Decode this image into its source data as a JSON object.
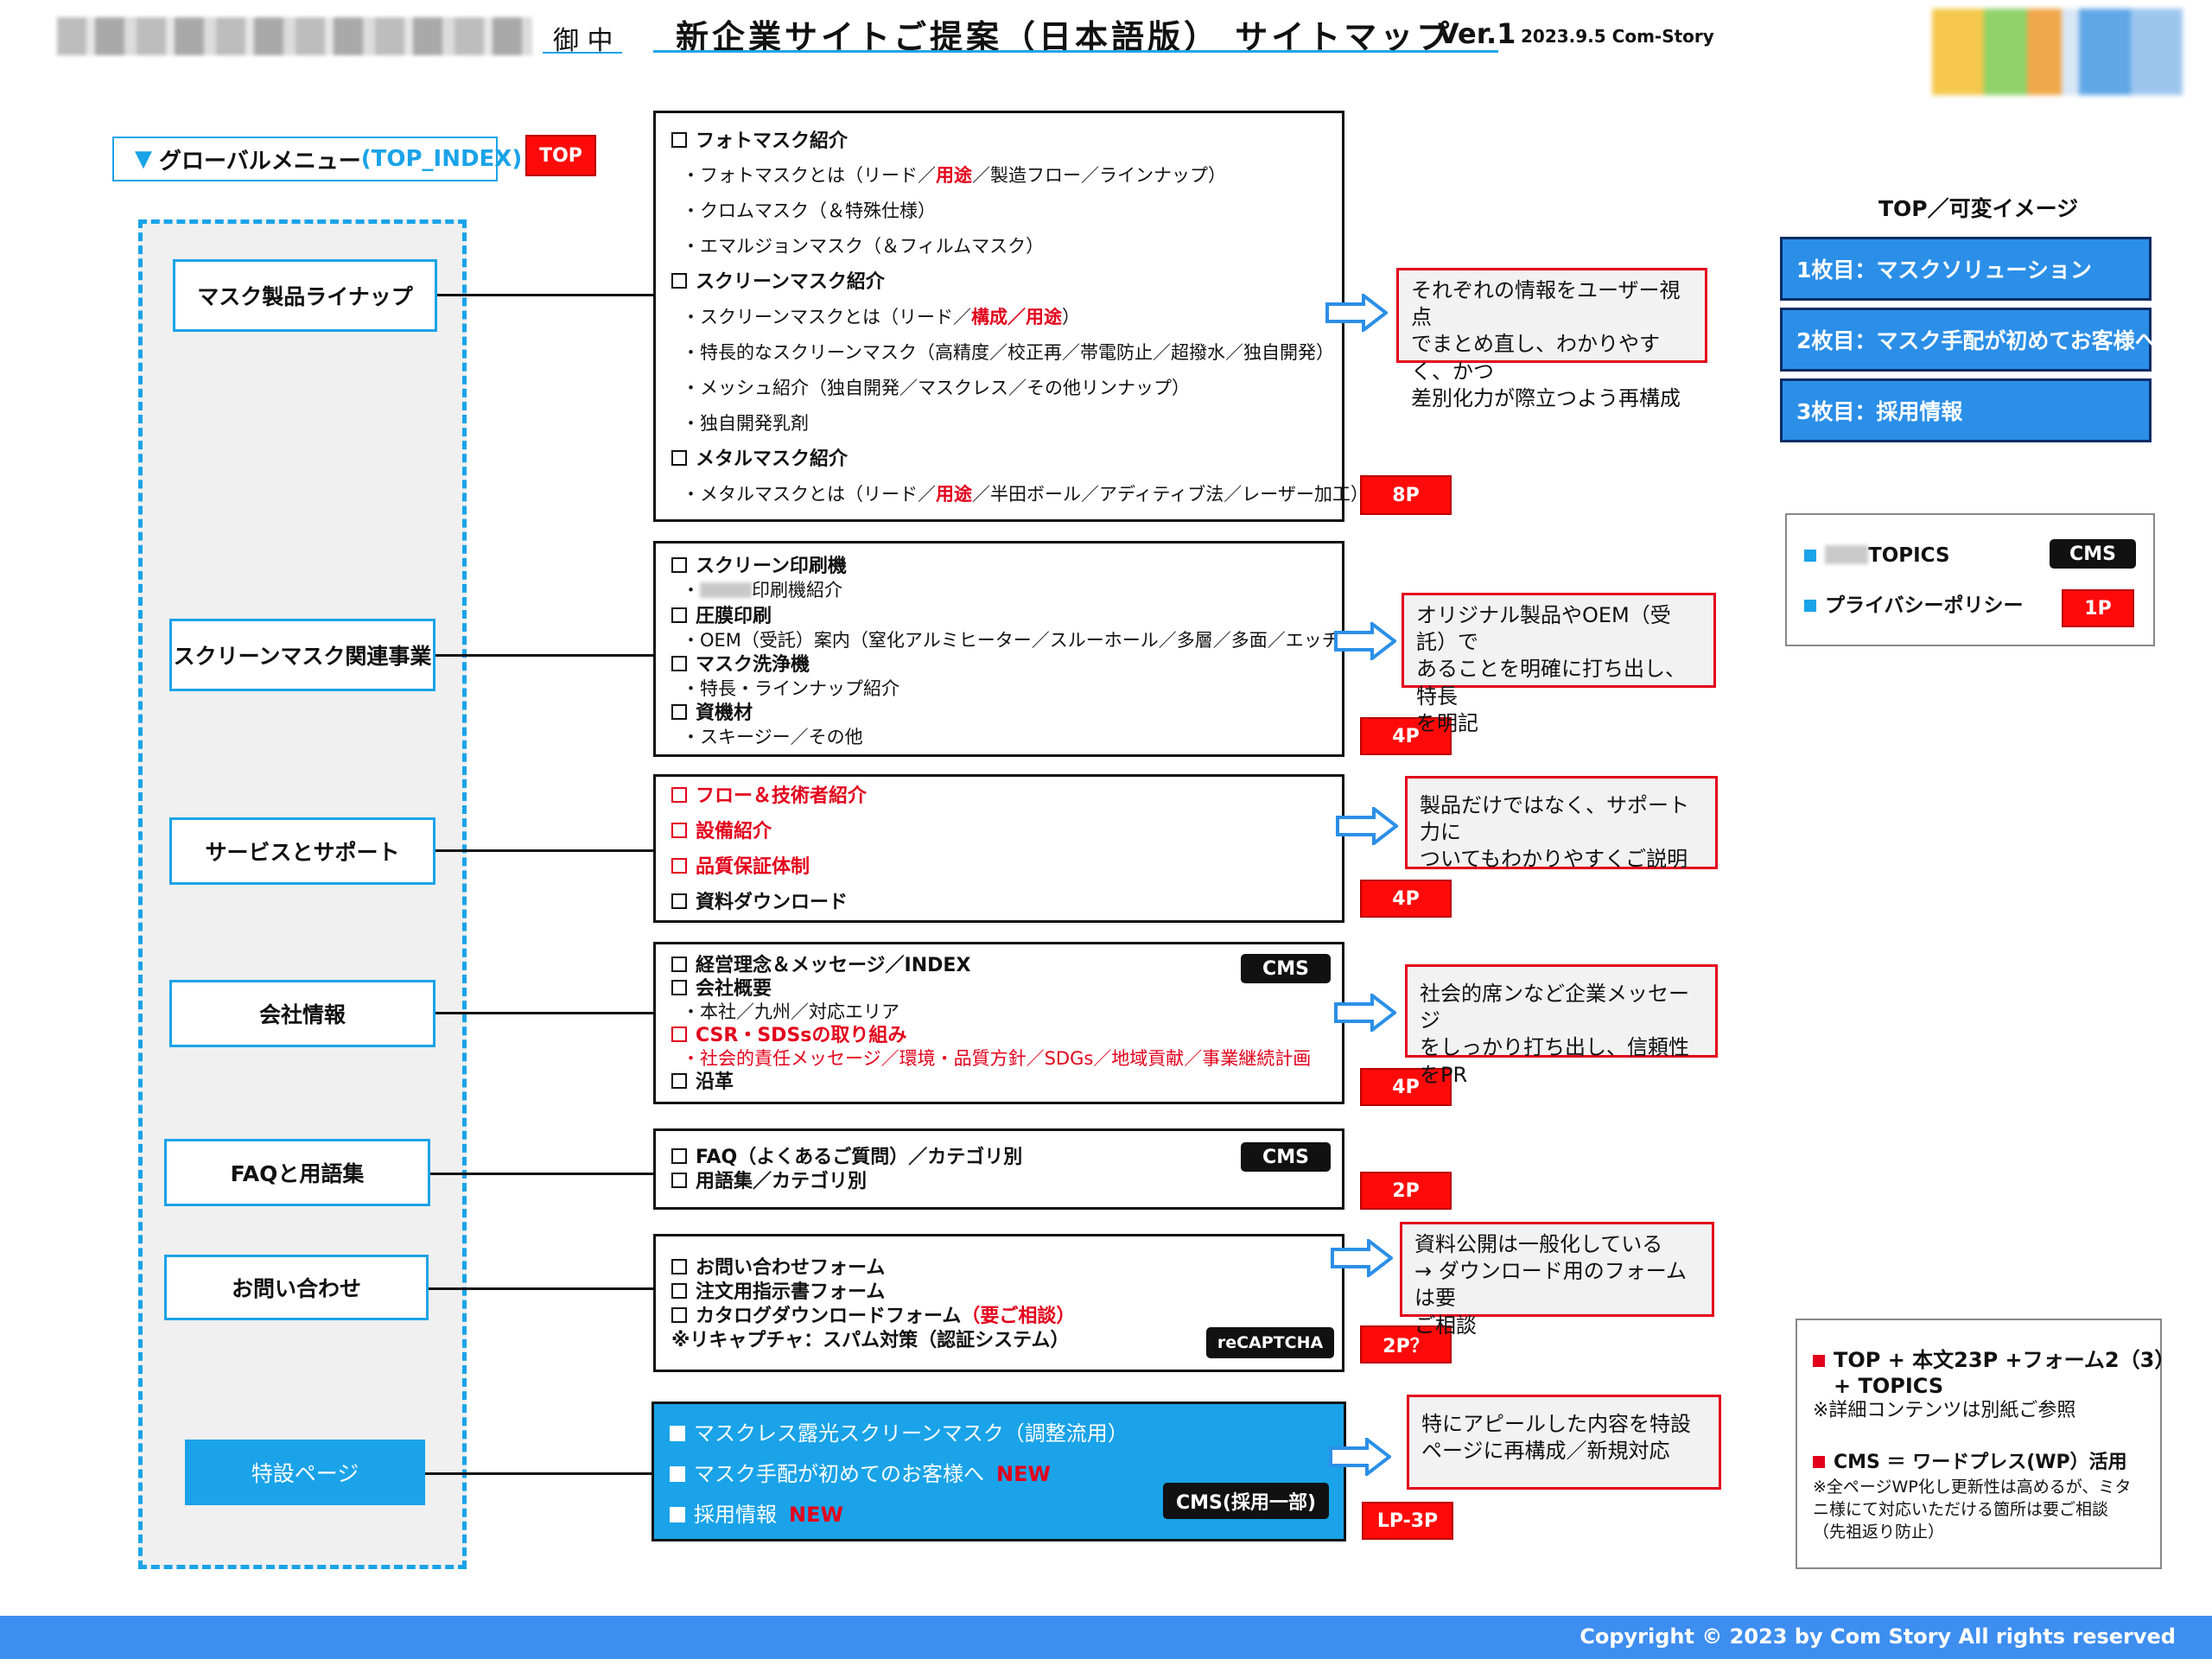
{
  "header": {
    "recipient_suffix": "御 中",
    "title": "新企業サイトご提案（日本語版） サイトマップ",
    "version": "Ver.1",
    "date_author": "2023.9.5 Com-Story"
  },
  "global_menu": {
    "label": "グローバルメニュー",
    "index": "(TOP_INDEX)",
    "top_tag": "TOP"
  },
  "nav": [
    {
      "label": "マスク製品ライナップ"
    },
    {
      "label": "スクリーンマスク関連事業"
    },
    {
      "label": "サービスとサポート"
    },
    {
      "label": "会社情報"
    },
    {
      "label": "FAQと用語集"
    },
    {
      "label": "お問い合わせ"
    },
    {
      "label": "特設ページ"
    }
  ],
  "sections": {
    "mask": {
      "h1": "フォトマスク紹介",
      "l1a": "・フォトマスクとは（リード／",
      "l1b": "用途",
      "l1c": "／製造フロー／ラインナップ）",
      "l2": "・クロムマスク（＆特殊仕様）",
      "l3": "・エマルジョンマスク（＆フィルムマスク）",
      "h2": "スクリーンマスク紹介",
      "l4a": "・スクリーンマスクとは（リード／",
      "l4b": "構成／用途",
      "l4c": "）",
      "l5": "・特長的なスクリーンマスク（高精度／校正再／帯電防止／超撥水／独自開発）",
      "l6": "・メッシュ紹介（独自開発／マスクレス／その他リンナップ）",
      "l7": "・独自開発乳剤",
      "h3": "メタルマスク紹介",
      "l8a": "・メタルマスクとは（リード／",
      "l8b": "用途",
      "l8c": "／半田ボール／アディティブ法／レーザー加工）",
      "pages": "8P",
      "note": "それぞれの情報をユーザー視点\nでまとめ直し、わかりやすく、かつ\n差別化力が際立つよう再構成"
    },
    "screen": {
      "h1": "スクリーン印刷機",
      "l1": "印刷機紹介",
      "h2": "圧膜印刷",
      "l2": "・OEM（受託）案内（窒化アルミヒーター／スルーホール／多層／多面／エッチング）",
      "h3": "マスク洗浄機",
      "l3": "・特長・ラインナップ紹介",
      "h4": "資機材",
      "l4": "・スキージー／その他",
      "pages": "4P",
      "note": "オリジナル製品やOEM（受託）で\nあることを明確に打ち出し、特長\nを明記"
    },
    "service": {
      "h1": "フロー＆技術者紹介",
      "h2": "設備紹介",
      "h3": "品質保証体制",
      "h4": "資料ダウンロード",
      "pages": "4P",
      "note": "製品だけではなく、サポート力に\nついてもわかりやすくご説明"
    },
    "company": {
      "h1": "経営理念＆メッセージ／INDEX",
      "cms": "CMS",
      "h2": "会社概要",
      "l2": "・本社／九州／対応エリア",
      "h3": "CSR・SDSsの取り組み",
      "l3": "・社会的責任メッセージ／環境・品質方針／SDGs／地域貢献／事業継続計画",
      "h4": "沿革",
      "pages": "4P",
      "note": "社会的席ンなど企業メッセージ\nをしっかり打ち出し、信頼性をPR"
    },
    "faq": {
      "h1": "FAQ（よくあるご質問）／カテゴリ別",
      "h2": "用語集／カテゴリ別",
      "cms": "CMS",
      "pages": "2P"
    },
    "contact": {
      "h1": "お問い合わせフォーム",
      "h2": "注文用指示書フォーム",
      "h3a": "カタログダウンロードフォーム",
      "h3b": "（要ご相談）",
      "l4": "※リキャプチャ：スパム対策（認証システム）",
      "captcha": "reCAPTCHA",
      "pages": "2P？",
      "note": "資料公開は一般化している\n→ ダウンロード用のフォームは要\nご相談"
    },
    "special": {
      "h1": "マスクレス露光スクリーンマスク（調整流用）",
      "h2": "マスク手配が初めてのお客様へ",
      "h2new": "NEW",
      "h3": "採用情報",
      "h3new": "NEW",
      "cms": "CMS(採用一部)",
      "pages": "LP-3P",
      "note": "特にアピールした内容を特設\nページに再構成／新規対応"
    }
  },
  "top_image": {
    "title": "TOP／可変イメージ",
    "slides": [
      "1枚目：マスクソリューション",
      "2枚目：マスク手配が初めてお客様へ",
      "3枚目：採用情報"
    ]
  },
  "misc": {
    "topics": "TOPICS",
    "topics_cms": "CMS",
    "privacy": "プライバシーポリシー",
    "privacy_pages": "1P"
  },
  "summary": {
    "l1": "TOP + 本文23P +フォーム2（3）",
    "l2": "+ TOPICS",
    "l3": "※詳細コンテンツは別紙ご参照",
    "l4": "CMS ＝ ワードプレス(WP）活用",
    "l5": "※全ページWP化し更新性は高めるが、ミタ",
    "l6": "ニ様にて対応いただける箇所は要ご相談",
    "l7": "（先祖返り防止）"
  },
  "footer": {
    "copyright": "Copyright © 2023 by Com Story All rights reserved"
  },
  "colors": {
    "accent_blue": "#1aa3e8",
    "footer_blue": "#3e8ef0",
    "alert_red": "#e3001b"
  }
}
